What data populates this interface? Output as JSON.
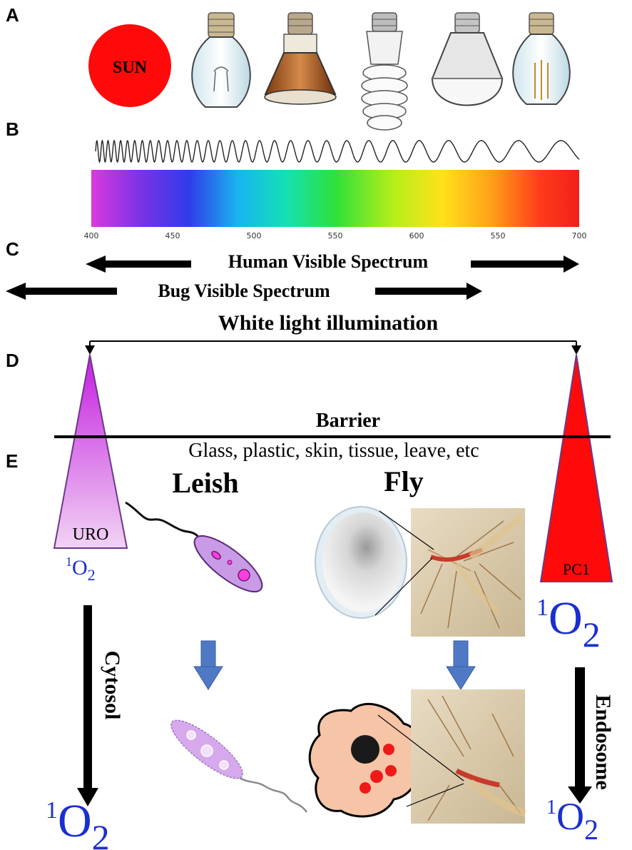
{
  "panels": {
    "a": "A",
    "b": "B",
    "c": "C",
    "d": "D",
    "e": "E"
  },
  "light_sources": {
    "sun": "SUN"
  },
  "spectrum": {
    "ticks": [
      "400",
      "450",
      "500",
      "550",
      "600",
      "550",
      "700"
    ],
    "gradient_colors": [
      "#d93adf",
      "#7a33e6",
      "#2f3ce8",
      "#18b4f0",
      "#15e0b3",
      "#2fe03a",
      "#b6ee1a",
      "#ffe11a",
      "#ffa019",
      "#ff3b1a",
      "#f0201a"
    ]
  },
  "ranges": {
    "human": "Human Visible Spectrum",
    "bug": "Bug Visible Spectrum",
    "white": "White light illumination"
  },
  "barrier": {
    "title": "Barrier",
    "materials": "Glass, plastic, skin, tissue, leave, etc"
  },
  "organisms": {
    "leish": "Leish",
    "fly": "Fly"
  },
  "photosensitizers": {
    "left": "URO",
    "right": "PC1"
  },
  "singlet_oxygen": {
    "sup": "1",
    "main": "O",
    "sub": "2"
  },
  "compartments": {
    "left": "Cytosol",
    "right": "Endosome"
  },
  "colors": {
    "sun": "#ff0a0a",
    "uro_top": "#c51ee0",
    "uro_bottom": "#f1d3f4",
    "pc1": "#ff0a0a",
    "o2_text": "#1a2fd0",
    "down_arrow": "#4f79c4"
  }
}
